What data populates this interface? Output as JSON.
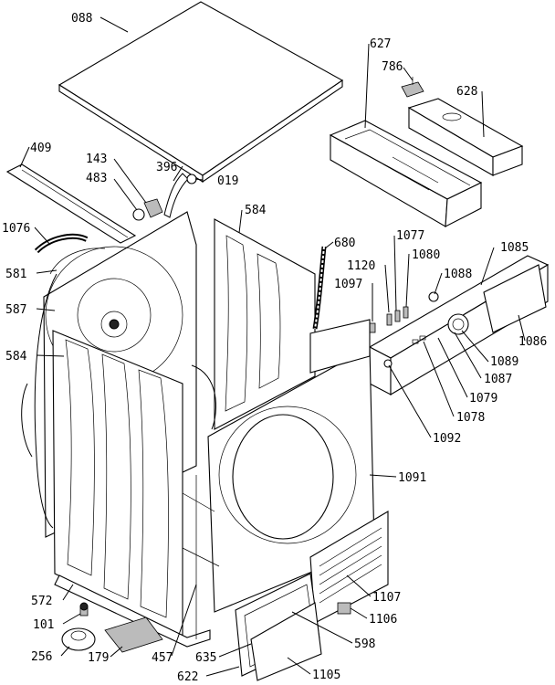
{
  "labels": {
    "p088": "088",
    "p627": "627",
    "p786": "786",
    "p628": "628",
    "p409": "409",
    "p143": "143",
    "p483": "483",
    "p396": "396",
    "p019": "019",
    "p1076": "1076",
    "p584a": "584",
    "p680": "680",
    "p1077": "1077",
    "p1085": "1085",
    "p1120": "1120",
    "p1080": "1080",
    "p1088": "1088",
    "p1097": "1097",
    "p581": "581",
    "p587": "587",
    "p584b": "584",
    "p1086": "1086",
    "p1089": "1089",
    "p1087": "1087",
    "p1079": "1079",
    "p1078": "1078",
    "p1092": "1092",
    "p1091": "1091",
    "p572": "572",
    "p1107": "1107",
    "p101": "101",
    "p1106": "1106",
    "p256": "256",
    "p179": "179",
    "p457": "457",
    "p635": "635",
    "p598": "598",
    "p622": "622",
    "p1105": "1105"
  }
}
